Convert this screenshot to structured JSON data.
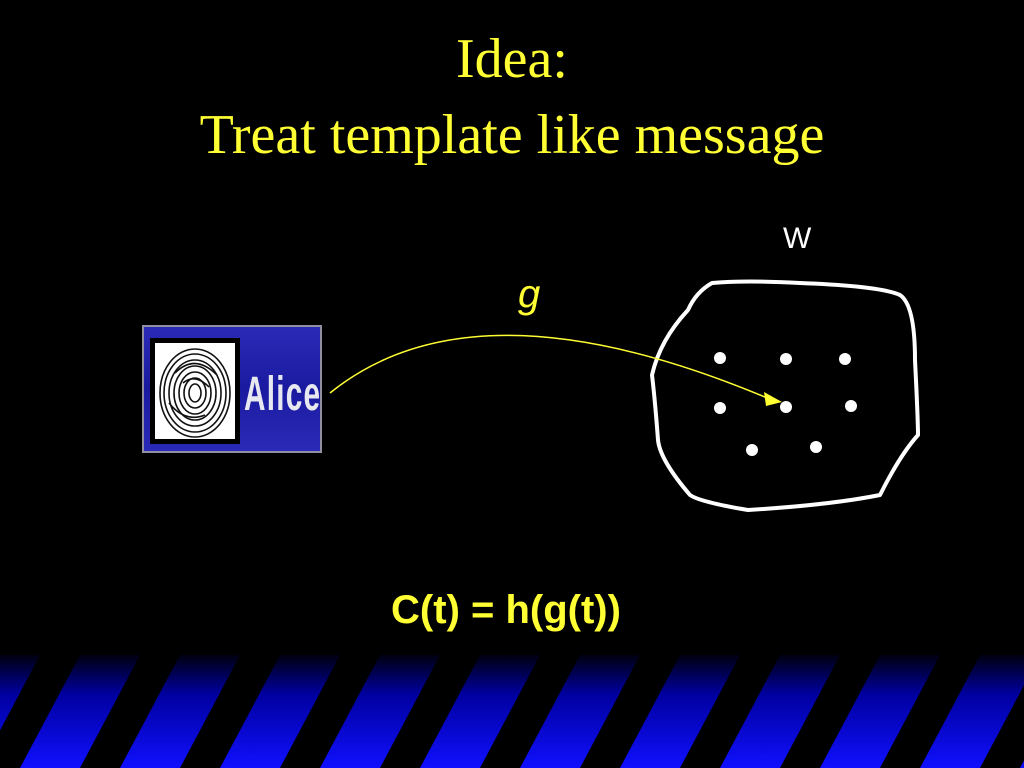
{
  "slide": {
    "title_line1": "Idea:",
    "title_line2": "Treat template like message",
    "set_label": "W",
    "map_label": "g",
    "formula": "C(t) = h(g(t))",
    "badge_name": "Alice"
  },
  "colors": {
    "background": "#000000",
    "title": "#ffff33",
    "arrow": "#ffff33",
    "set_outline": "#ffffff",
    "badge": "#2a2ab8",
    "stripes": "#1010ff"
  },
  "icons": [
    "fingerprint-icon",
    "arrow-icon"
  ]
}
